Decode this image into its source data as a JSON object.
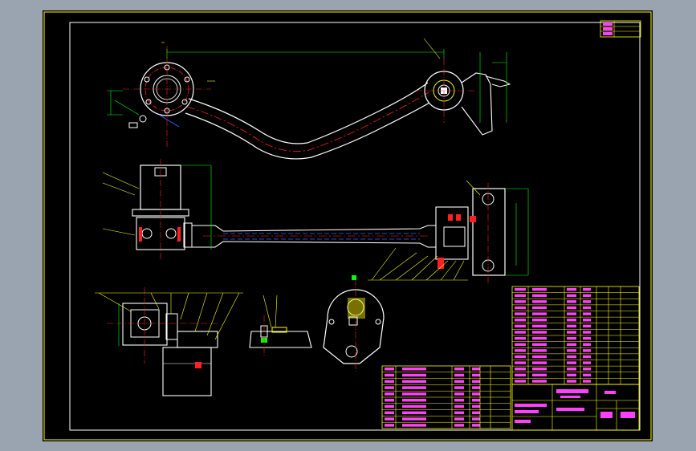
{
  "app": {
    "viewport_label": "",
    "drawing_type": "CAD mechanical assembly drawing"
  },
  "colors": {
    "background": "#99a4b0",
    "sheet": "#000000",
    "frame": "#ffffff",
    "outline": "#ffffff",
    "dimension": "#00ff00",
    "centerline": "#ff2020",
    "hidden": "#4060ff",
    "table": "#ffff00",
    "table_text": "#ff40ff",
    "leader": "#ffff00"
  },
  "views": {
    "top_arm": "",
    "front_section": "",
    "detail_a": "",
    "detail_b": "",
    "detail_c": ""
  },
  "title_block": {
    "rows": 10
  },
  "bom": {
    "rows": 16
  }
}
